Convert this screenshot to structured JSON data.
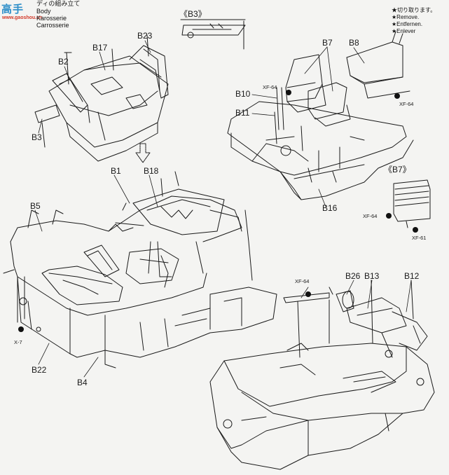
{
  "watermark": {
    "brand": "高手",
    "site": "www.gaoshou.cn"
  },
  "header": {
    "japanese": "ディの組み立て",
    "english": "Body",
    "german": "Karosserie",
    "french": "Carrosserie"
  },
  "note": {
    "line1": "★切り取ります。",
    "line2": "★Remove.",
    "line3": "★Entfernen.",
    "line4": "★Enlever"
  },
  "insets": {
    "b3": "《B3》",
    "b7": "《B7》"
  },
  "parts": {
    "b2": "B2",
    "b17": "B17",
    "b23": "B23",
    "b3": "B3",
    "b1": "B1",
    "b18": "B18",
    "b5": "B5",
    "b22": "B22",
    "b4": "B4",
    "b7": "B7",
    "b8": "B8",
    "b10": "B10",
    "b11": "B11",
    "b16": "B16",
    "b26": "B26",
    "b13": "B13",
    "b12": "B12"
  },
  "screws": {
    "xf64_seats": "XF-64",
    "xf64_right": "XF-64",
    "xf64_b7": "XF-64",
    "xf61_b7": "XF-61",
    "x7": "X-7",
    "xf64_b26": "XF-64"
  },
  "colors": {
    "line": "#1a1a1a",
    "paper": "#f4f4f2",
    "watermark_blue": "#2e8fc9",
    "watermark_red": "#d33a2a",
    "paint_dot": "#111111"
  }
}
